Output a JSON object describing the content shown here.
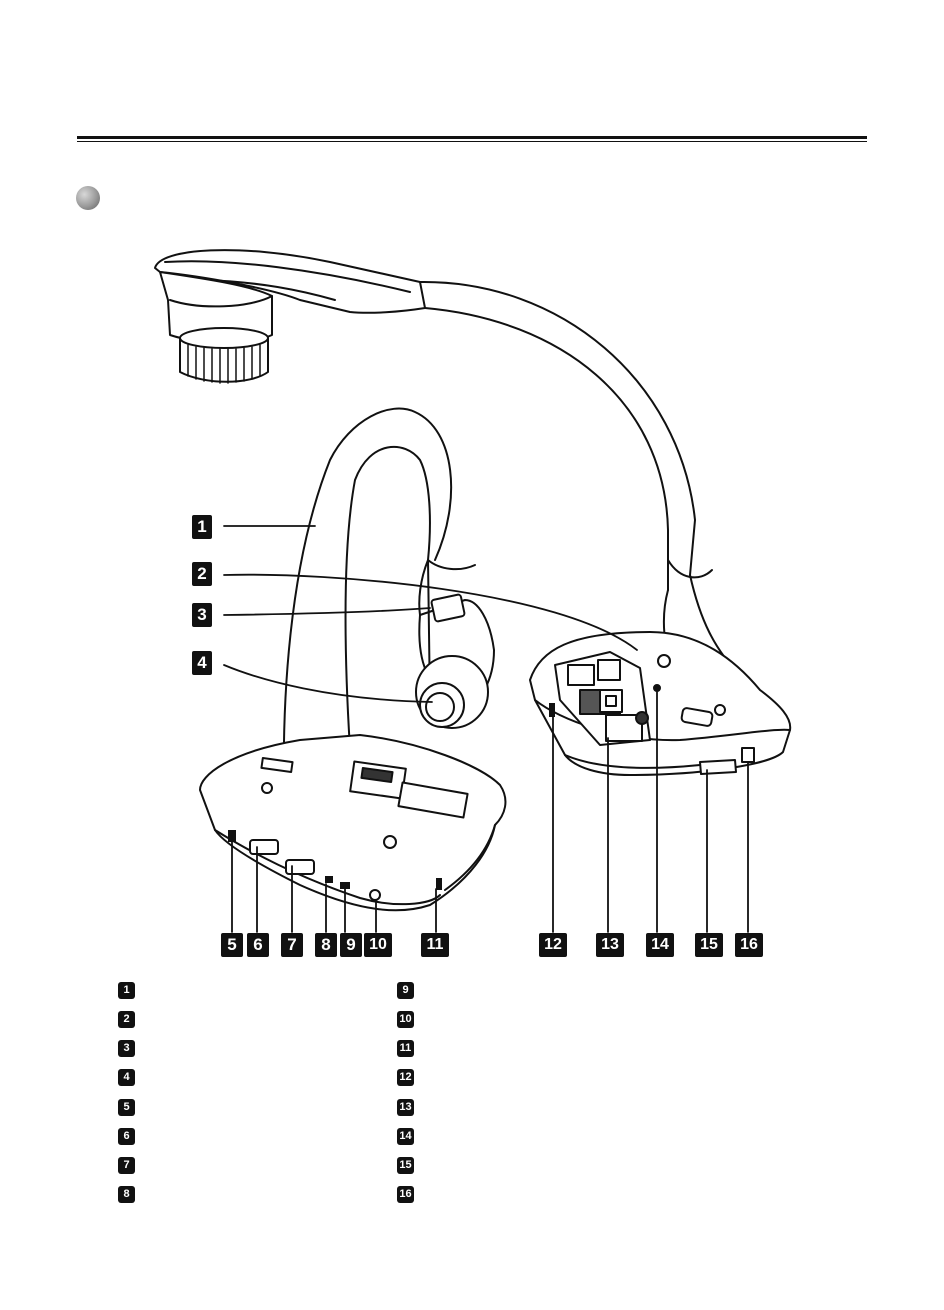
{
  "callouts": [
    {
      "num": "1"
    },
    {
      "num": "2"
    },
    {
      "num": "3"
    },
    {
      "num": "4"
    },
    {
      "num": "5"
    },
    {
      "num": "6"
    },
    {
      "num": "7"
    },
    {
      "num": "8"
    },
    {
      "num": "9"
    },
    {
      "num": "10"
    },
    {
      "num": "11"
    },
    {
      "num": "12"
    },
    {
      "num": "13"
    },
    {
      "num": "14"
    },
    {
      "num": "15"
    },
    {
      "num": "16"
    }
  ],
  "legend": {
    "left": [
      {
        "num": "1",
        "label": ""
      },
      {
        "num": "2",
        "label": ""
      },
      {
        "num": "3",
        "label": ""
      },
      {
        "num": "4",
        "label": ""
      },
      {
        "num": "5",
        "label": ""
      },
      {
        "num": "6",
        "label": ""
      },
      {
        "num": "7",
        "label": ""
      },
      {
        "num": "8",
        "label": ""
      }
    ],
    "right": [
      {
        "num": "9",
        "label": ""
      },
      {
        "num": "10",
        "label": ""
      },
      {
        "num": "11",
        "label": ""
      },
      {
        "num": "12",
        "label": ""
      },
      {
        "num": "13",
        "label": ""
      },
      {
        "num": "14",
        "label": ""
      },
      {
        "num": "15",
        "label": ""
      },
      {
        "num": "16",
        "label": ""
      }
    ]
  },
  "icons": {
    "section_bullet": "grey-sphere-bullet-icon",
    "device": "document-camera-illustration"
  }
}
